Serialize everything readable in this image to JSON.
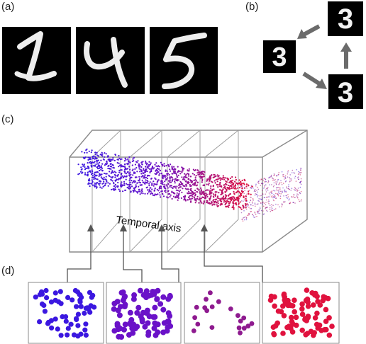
{
  "panels": {
    "a": {
      "label": "(a)",
      "digits": [
        "1",
        "4",
        "5"
      ]
    },
    "b": {
      "label": "(b)",
      "digit": "3"
    },
    "c": {
      "label": "(c)",
      "axis_label": "Temporal axis"
    },
    "d": {
      "label": "(d)"
    }
  },
  "colors": {
    "blue": "#3b17e0",
    "purple": "#6a12c8",
    "magenta": "#8e1a8f",
    "red": "#e0123e",
    "arrow_gray": "#6b6b6b",
    "box_edge": "#8a8a8a"
  }
}
